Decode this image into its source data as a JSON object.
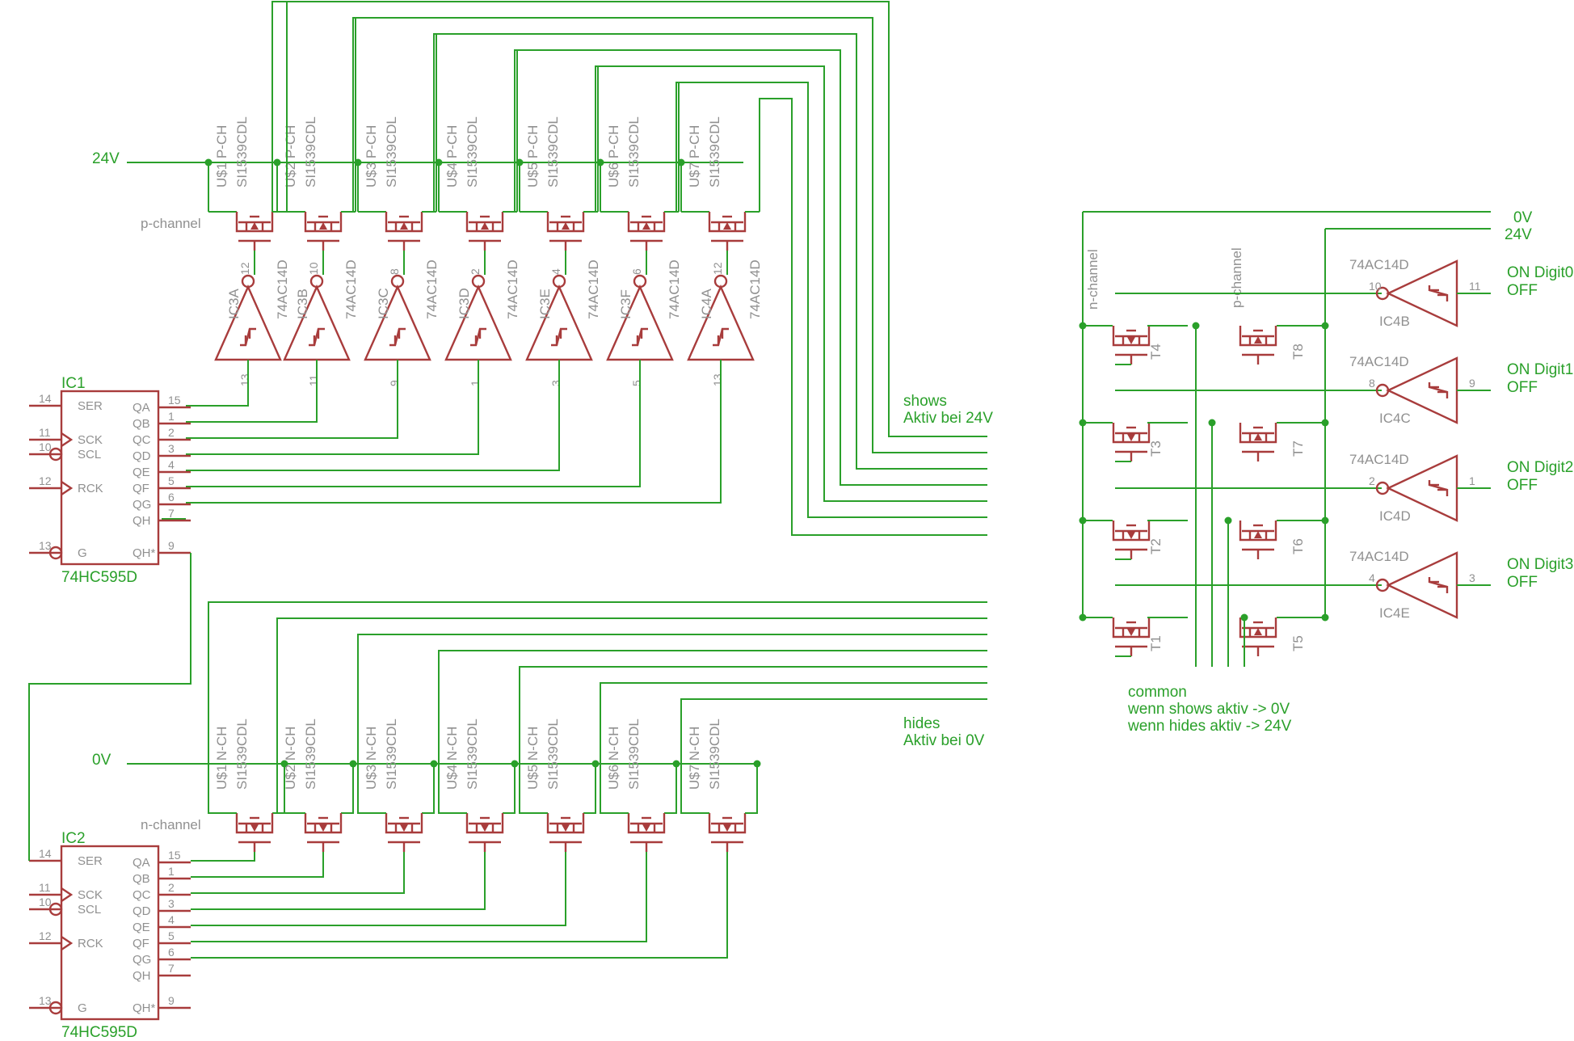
{
  "colors": {
    "wire": "#2aa02a",
    "symbol": "#a83c3c",
    "label": "#909090",
    "background": "#ffffff"
  },
  "nets": {
    "v24": "24V",
    "v0": "0V",
    "pchannel": "p-channel",
    "nchannel": "n-channel"
  },
  "top_fets": [
    "U$1",
    "U$2",
    "U$3",
    "U$4",
    "U$5",
    "U$6",
    "U$7"
  ],
  "top_fet_type": "P-CH",
  "bot_fets": [
    "U$1",
    "U$2",
    "U$3",
    "U$4",
    "U$5",
    "U$6",
    "U$7"
  ],
  "bot_fet_type": "N-CH",
  "fet_part": "SI1539CDL",
  "inverter_part": "74AC14D",
  "inverters": [
    {
      "name": "IC3A",
      "in": "13",
      "out": "12"
    },
    {
      "name": "IC3B",
      "in": "11",
      "out": "10"
    },
    {
      "name": "IC3C",
      "in": "9",
      "out": "8"
    },
    {
      "name": "IC3D",
      "in": "1",
      "out": "2"
    },
    {
      "name": "IC3E",
      "in": "3",
      "out": "4"
    },
    {
      "name": "IC3F",
      "in": "5",
      "out": "6"
    },
    {
      "name": "IC4A",
      "in": "13",
      "out": "12"
    }
  ],
  "shift_register_part": "74HC595D",
  "ic1": {
    "name": "IC1"
  },
  "ic2": {
    "name": "IC2"
  },
  "sr_left": [
    {
      "pin": "14",
      "label": "SER",
      "mark": "none"
    },
    {
      "pin": "11",
      "label": "SCK",
      "mark": "clock"
    },
    {
      "pin": "10",
      "label": "SCL",
      "mark": "bubble"
    },
    {
      "pin": "12",
      "label": "RCK",
      "mark": "clock"
    },
    {
      "pin": "13",
      "label": "G",
      "mark": "bubble"
    }
  ],
  "sr_right": [
    {
      "pin": "15",
      "label": "QA"
    },
    {
      "pin": "1",
      "label": "QB"
    },
    {
      "pin": "2",
      "label": "QC"
    },
    {
      "pin": "3",
      "label": "QD"
    },
    {
      "pin": "4",
      "label": "QE"
    },
    {
      "pin": "5",
      "label": "QF"
    },
    {
      "pin": "6",
      "label": "QG"
    },
    {
      "pin": "7",
      "label": "QH"
    },
    {
      "pin": "9",
      "label": "QH*"
    }
  ],
  "shows": {
    "line1": "shows",
    "line2": "Aktiv bei 24V"
  },
  "hides": {
    "line1": "hides",
    "line2": "Aktiv bei 0V"
  },
  "right_labels": {
    "v0": "0V",
    "v24": "24V",
    "nchannel": "n-channel",
    "pchannel": "p-channel"
  },
  "left_fets": [
    "T4",
    "T3",
    "T2",
    "T1"
  ],
  "right_fets": [
    "T8",
    "T7",
    "T6",
    "T5"
  ],
  "digit_inverters": [
    {
      "name": "IC4B",
      "in": "11",
      "out": "10",
      "on": "ON Digit0",
      "off": "OFF"
    },
    {
      "name": "IC4C",
      "in": "9",
      "out": "8",
      "on": "ON Digit1",
      "off": "OFF"
    },
    {
      "name": "IC4D",
      "in": "1",
      "out": "2",
      "on": "ON Digit2",
      "off": "OFF"
    },
    {
      "name": "IC4E",
      "in": "3",
      "out": "4",
      "on": "ON Digit3",
      "off": "OFF"
    }
  ],
  "common": {
    "line1": "common",
    "line2": "wenn shows aktiv -> 0V",
    "line3": "wenn hides aktiv -> 24V"
  }
}
